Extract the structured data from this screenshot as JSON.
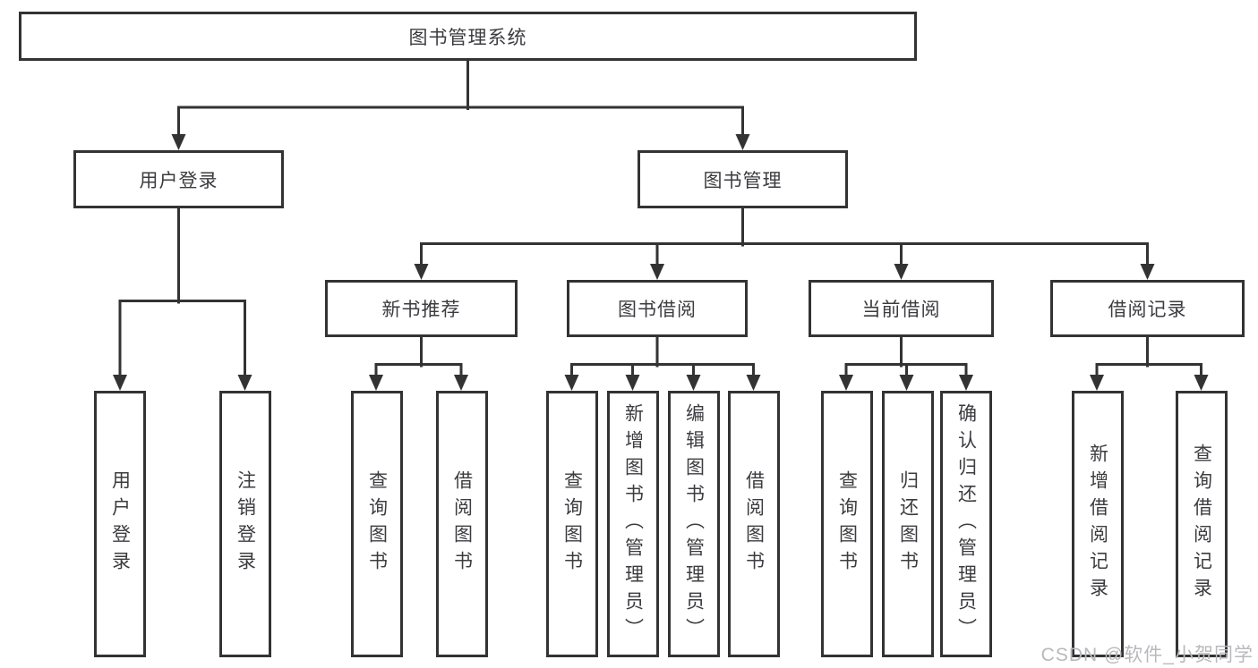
{
  "tree": {
    "root": {
      "label": "图书管理系统"
    },
    "branches": [
      {
        "label": "用户登录",
        "children": [
          {
            "label": "用户登录"
          },
          {
            "label": "注销登录"
          }
        ]
      },
      {
        "label": "图书管理",
        "children": [
          {
            "label": "新书推荐",
            "children": [
              {
                "label": "查询图书"
              },
              {
                "label": "借阅图书"
              }
            ]
          },
          {
            "label": "图书借阅",
            "children": [
              {
                "label": "查询图书"
              },
              {
                "label": "新增图书（管理员）"
              },
              {
                "label": "编辑图书（管理员）"
              },
              {
                "label": "借阅图书"
              }
            ]
          },
          {
            "label": "当前借阅",
            "children": [
              {
                "label": "查询图书"
              },
              {
                "label": "归还图书"
              },
              {
                "label": "确认归还（管理员）"
              }
            ]
          },
          {
            "label": "借阅记录",
            "children": [
              {
                "label": "新增借阅记录"
              },
              {
                "label": "查询借阅记录"
              }
            ]
          }
        ]
      }
    ]
  },
  "watermark": {
    "text": "CSDN @软件_小贺同学"
  },
  "colors": {
    "line": "#333333",
    "text": "#3c3c40",
    "watermark": "#b9b9bd",
    "background": "#ffffff"
  }
}
